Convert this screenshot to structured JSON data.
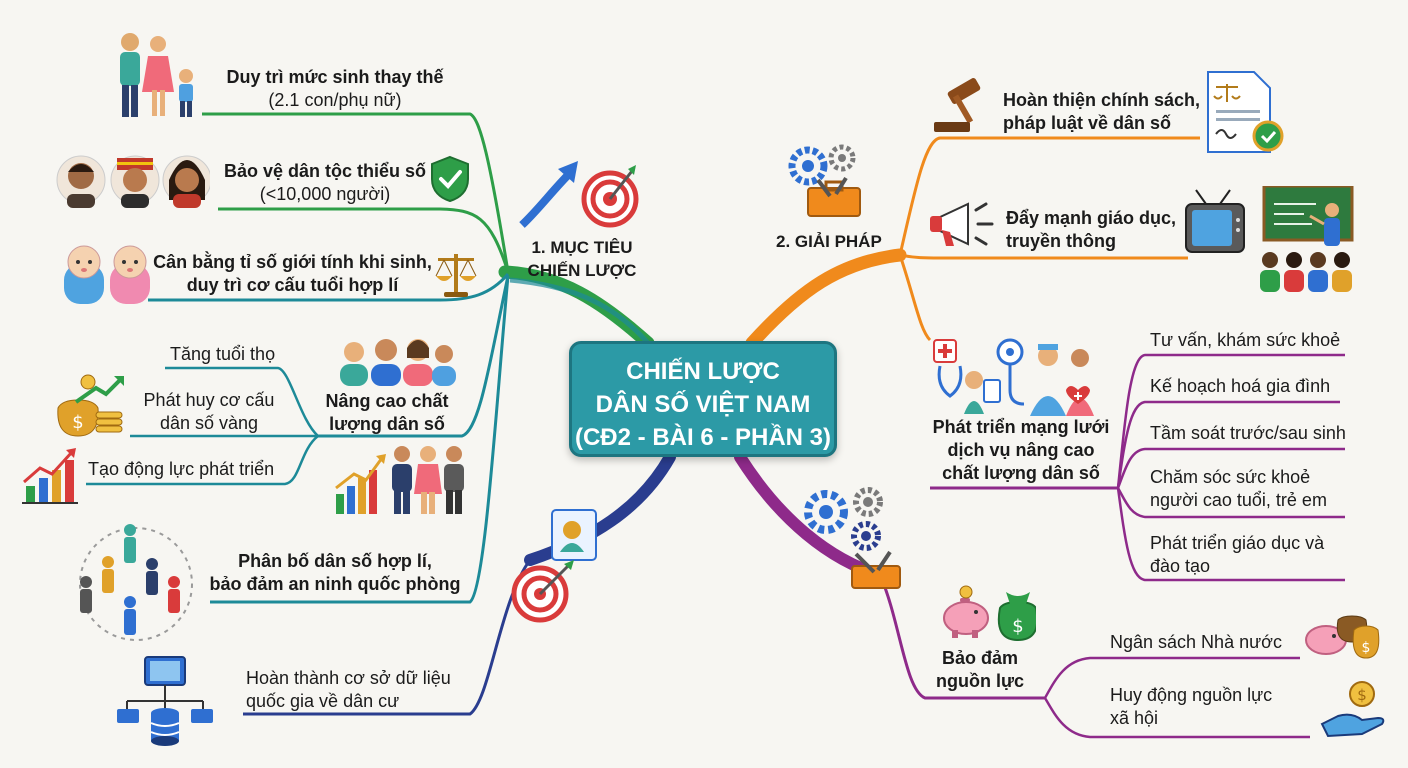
{
  "center": {
    "line1": "CHIẾN LƯỢC",
    "line2": "DÂN SỐ VIỆT NAM",
    "line3": "(CĐ2 - BÀI 6 - PHẦN 3)"
  },
  "branch1": {
    "title_line1": "1. MỤC TIÊU",
    "title_line2": "CHIẾN LƯỢC",
    "items": {
      "fertility": {
        "line1": "Duy trì mức sinh thay thế",
        "line2": "(2.1 con/phụ nữ)"
      },
      "minority": {
        "line1": "Bảo vệ dân tộc thiểu số",
        "line2": "(<10,000 người)"
      },
      "sex_ratio": {
        "line1": "Cân bằng tỉ số giới tính khi sinh,",
        "line2": "duy trì cơ cấu tuổi hợp lí"
      },
      "quality": {
        "line1": "Nâng cao chất",
        "line2": "lượng dân số",
        "sub": {
          "longevity": "Tăng tuổi thọ",
          "golden_line1": "Phát huy cơ cấu",
          "golden_line2": "dân số vàng",
          "motivation": "Tạo động lực phát triển"
        }
      },
      "distribution": {
        "line1": "Phân bố dân số hợp lí,",
        "line2": "bảo đảm an ninh quốc phòng"
      },
      "database": {
        "line1": "Hoàn thành cơ sở dữ liệu",
        "line2": "quốc gia về dân cư"
      }
    }
  },
  "branch2": {
    "title": "2. GIẢI PHÁP",
    "items": {
      "policy": {
        "line1": "Hoàn thiện chính sách,",
        "line2": "pháp luật về dân số"
      },
      "education": {
        "line1": "Đẩy mạnh giáo dục,",
        "line2": "truyền thông"
      },
      "network": {
        "line1": "Phát triển mạng lưới",
        "line2": "dịch vụ nâng cao",
        "line3": "chất lượng dân số",
        "sub": {
          "s1": "Tư vấn, khám sức khoẻ",
          "s2": "Kế hoạch hoá gia đình",
          "s3": "Tầm soát trước/sau sinh",
          "s4_line1": "Chăm sóc sức khoẻ",
          "s4_line2": "người cao tuổi, trẻ em",
          "s5_line1": "Phát triển giáo dục và",
          "s5_line2": "đào tạo"
        }
      },
      "resources": {
        "line1": "Bảo đảm",
        "line2": "nguồn lực",
        "sub": {
          "budget": "Ngân sách Nhà nước",
          "social_line1": "Huy động nguồn lực",
          "social_line2": "xã hội"
        }
      }
    }
  },
  "colors": {
    "center_fill": "#2c9aa6",
    "goals_green": "#2e9e48",
    "goals_teal": "#1d8a98",
    "database_navy": "#2a3d8f",
    "solutions_orange": "#f08a1c",
    "network_purple": "#8e2a8a"
  }
}
